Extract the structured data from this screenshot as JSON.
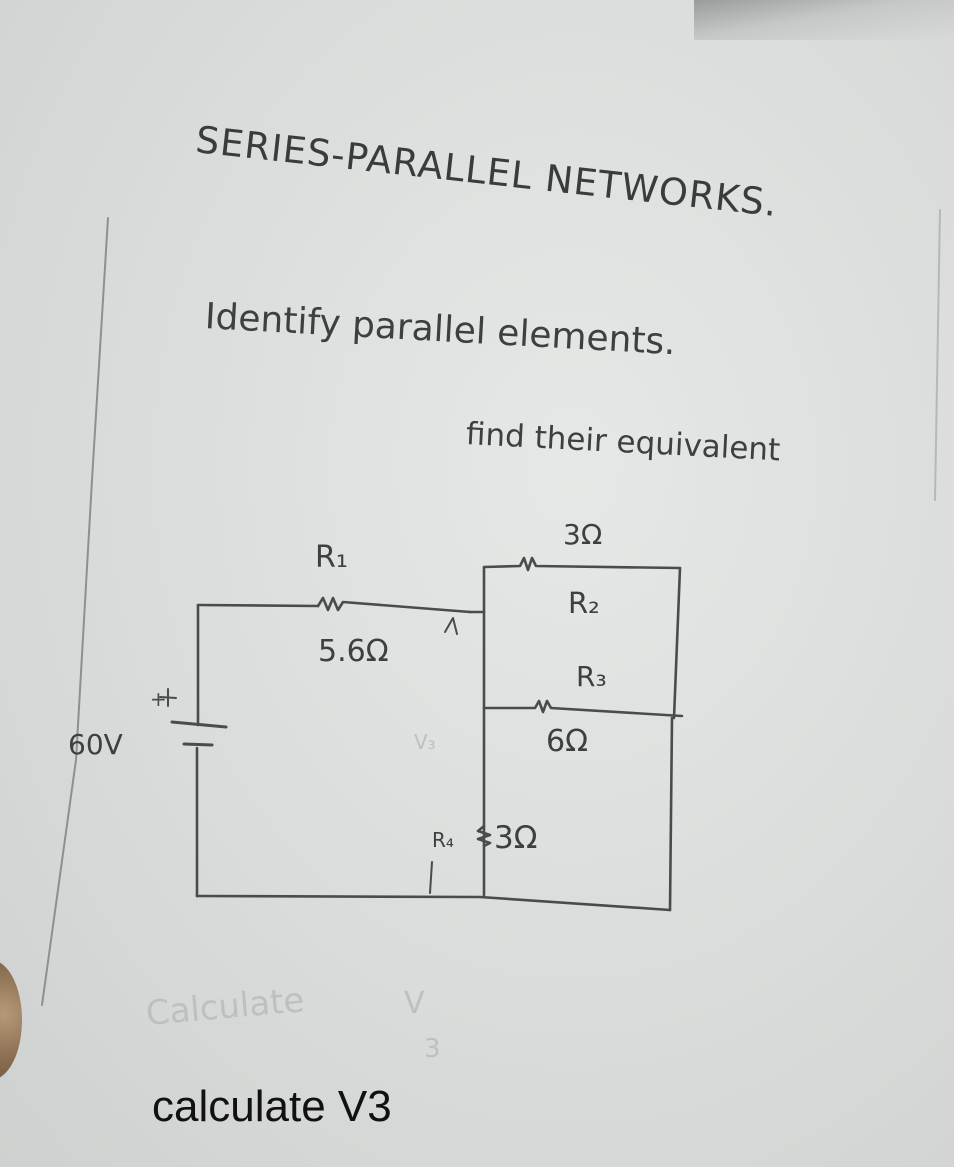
{
  "heading": "SERIES-PARALLEL NETWORKS.",
  "instructions": {
    "line1": "Identify parallel elements.",
    "line2": "find their equivalent"
  },
  "circuit": {
    "source": {
      "voltage": "60V",
      "positive": "+"
    },
    "r1": {
      "name": "R₁",
      "value": "5.6Ω"
    },
    "r2": {
      "name": "R₂",
      "value": "3Ω"
    },
    "r3": {
      "name": "R₃",
      "value": "6Ω"
    },
    "r4": {
      "name": "R₄",
      "value": "3Ω"
    },
    "faint_v3": "V₃"
  },
  "faint_note": {
    "word": "Calculate",
    "symbol": "V",
    "subscript": "3"
  },
  "caption": "calculate V3",
  "colors": {
    "ink": "#3e403f",
    "faint_ink": "#bcc0bf",
    "caption": "#111111",
    "board": "#dcdedd"
  }
}
